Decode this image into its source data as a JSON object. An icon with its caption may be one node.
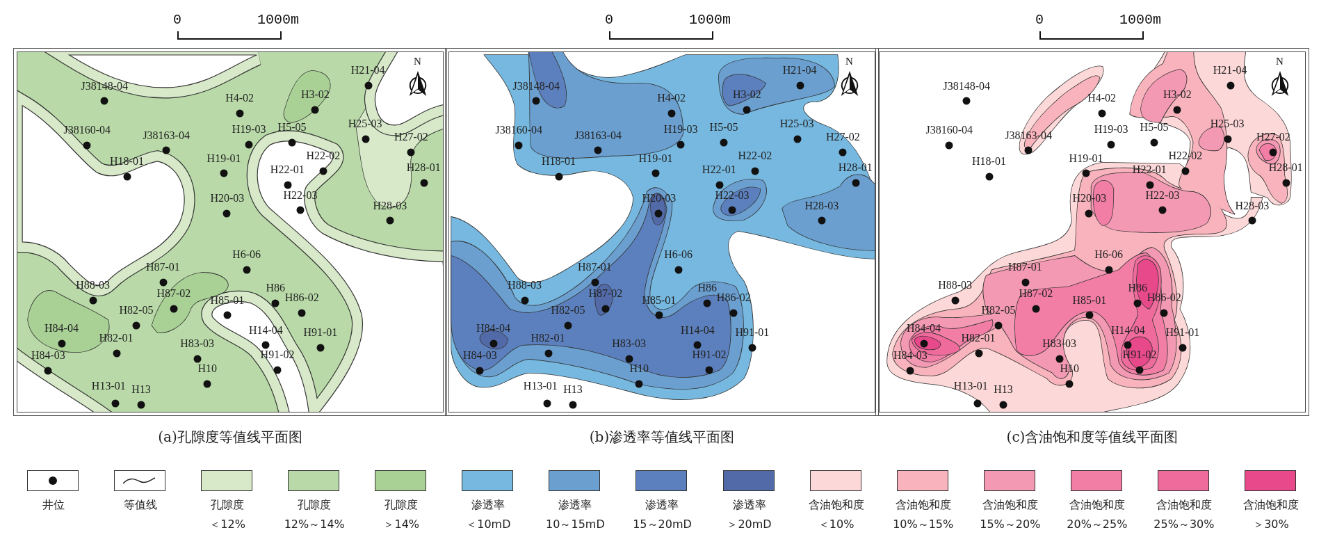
{
  "diagram": {
    "labels": [
      "0",
      "1000m",
      "N",
      "J38148-04",
      "H4-02",
      "H3-02",
      "H21-04",
      "J38160-04",
      "J38163-04",
      "H19-03",
      "H5-05",
      "H25-03",
      "H27-02",
      "H18-01",
      "H19-01",
      "H22-02",
      "H22-01",
      "H28-01",
      "H20-03",
      "H22-03",
      "H28-03",
      "H6-06",
      "H87-01",
      "H88-03",
      "H87-02",
      "H85-01",
      "H86",
      "H86-02",
      "H82-05",
      "H84-04",
      "H82-01",
      "H14-04",
      "H91-01",
      "H84-03",
      "H83-03",
      "H91-02",
      "H10",
      "H13-01",
      "H13",
      "(a)孔隙度等值线平面图",
      "0",
      "1000m",
      "N",
      "J38148-04",
      "H4-02",
      "H3-02",
      "H21-04",
      "J38160-04",
      "J38163-04",
      "H19-03",
      "H5-05",
      "H25-03",
      "H27-02",
      "H18-01",
      "H19-01",
      "H22-02",
      "H22-01",
      "H28-01",
      "H20-03",
      "H22-03",
      "H28-03",
      "H6-06",
      "H87-01",
      "H88-03",
      "H87-02",
      "H85-01",
      "H86",
      "H86-02",
      "H82-05",
      "H84-04",
      "H82-01",
      "H14-04",
      "H91-01",
      "H84-03",
      "H83-03",
      "H91-02",
      "H10",
      "H13-01",
      "H13",
      "(b)渗透率等值线平面图",
      "0",
      "1000m",
      "N",
      "J38148-04",
      "H4-02",
      "H3-02",
      "H21-04",
      "J38160-04",
      "J38163-04",
      "H19-03",
      "H5-05",
      "H25-03",
      "H27-02",
      "H18-01",
      "H19-01",
      "H22-02",
      "H22-01",
      "H28-01",
      "H20-03",
      "H22-03",
      "H28-03",
      "H6-06",
      "H87-01",
      "H88-03",
      "H87-02",
      "H85-01",
      "H86",
      "H86-02",
      "H82-05",
      "H84-04",
      "H82-01",
      "H14-04",
      "H91-01",
      "H84-03",
      "H83-03",
      "H91-02",
      "H10",
      "H13-01",
      "H13",
      "(c)含油饱和度等值线平面图"
    ],
    "legend": [
      {
        "text": "井位"
      },
      {
        "text": "等值线"
      },
      {
        "text": "孔隙度＜12%",
        "color": "#d7e9c9"
      },
      {
        "text": "孔隙度12%～14%",
        "color": "#b9daa8"
      },
      {
        "text": "孔隙度＞14%",
        "color": "#a9d196"
      },
      {
        "text": "渗透率＜10mD",
        "color": "#76b8df"
      },
      {
        "text": "渗透率10～15mD",
        "color": "#6b9fd0"
      },
      {
        "text": "渗透率15～20mD",
        "color": "#5c80bd"
      },
      {
        "text": "渗透率＞20mD",
        "color": "#536aa8"
      },
      {
        "text": "含油饱和度＜10%",
        "color": "#fdd8d8"
      },
      {
        "text": "含油饱和度10%～15%",
        "color": "#f8b3bd"
      },
      {
        "text": "含油饱和度15%～20%",
        "color": "#f399b3"
      },
      {
        "text": "含油饱和度20%～25%",
        "color": "#f27ea6"
      },
      {
        "text": "含油饱和度25%～30%",
        "color": "#ee6b9b"
      },
      {
        "text": "含油饱和度＞30%",
        "color": "#e8498a"
      }
    ]
  }
}
